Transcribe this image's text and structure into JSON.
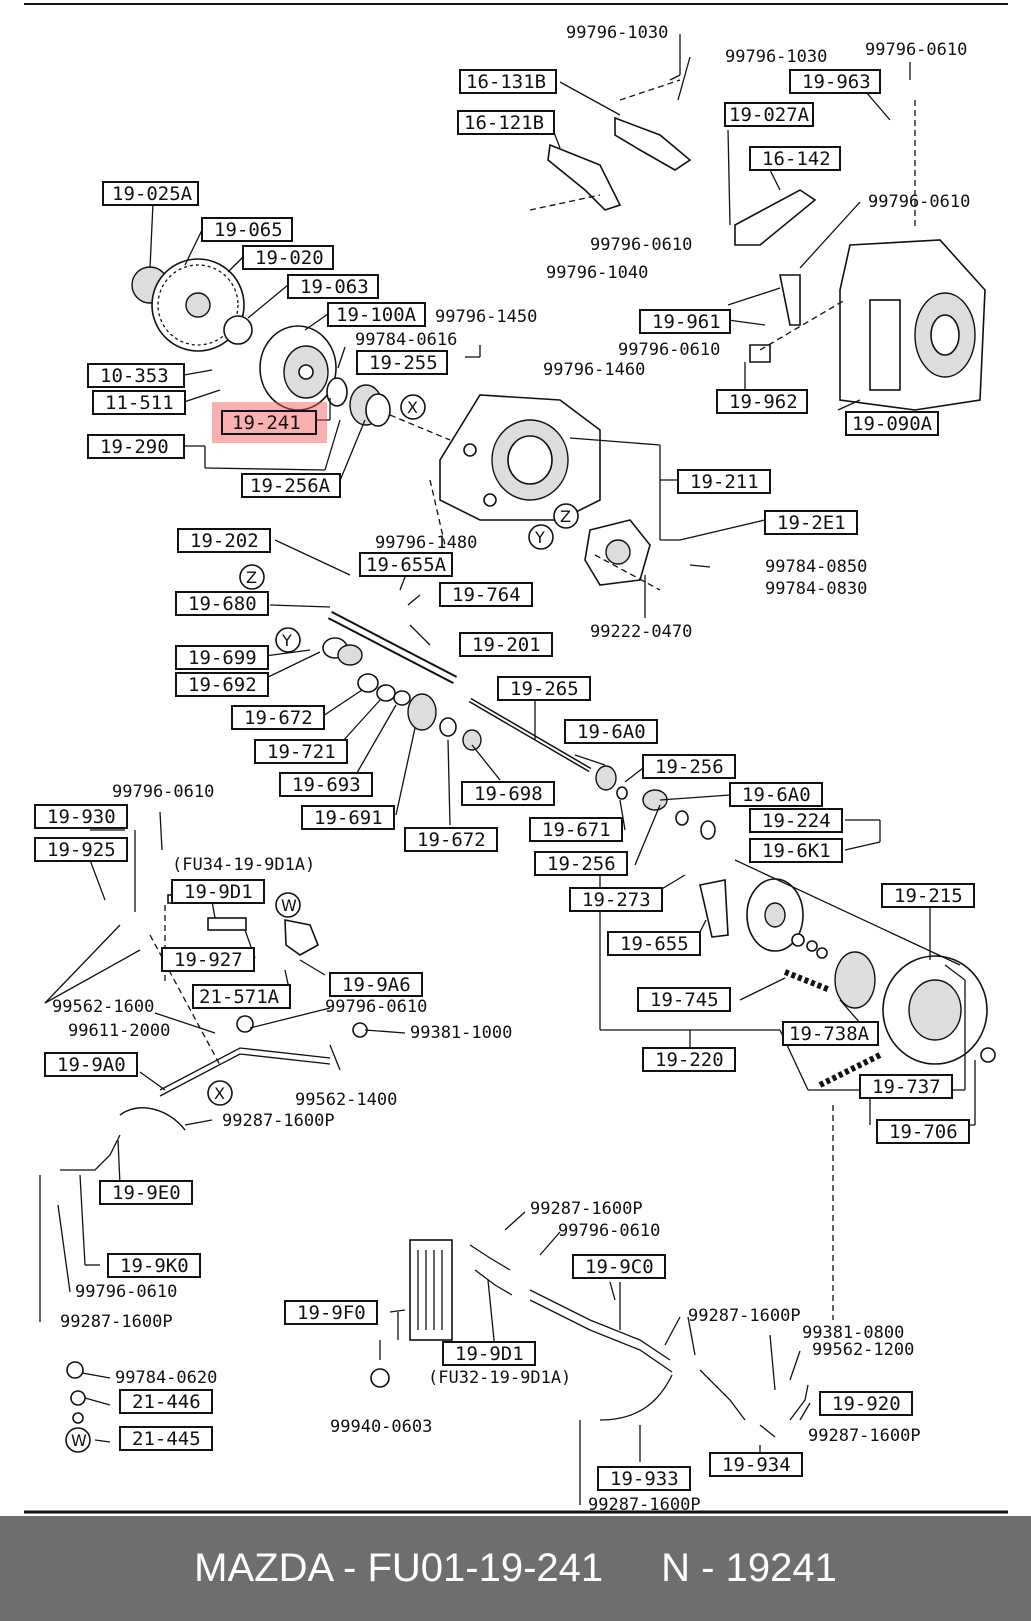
{
  "footer": {
    "part_title": "MAZDA - FU01-19-241",
    "ref_number": "N - 19241"
  },
  "diagram": {
    "highlighted_callout": "19-241",
    "callouts": [
      "19-025A",
      "19-065",
      "19-020",
      "19-063",
      "19-100A",
      "10-353",
      "11-511",
      "19-241",
      "19-290",
      "19-256A",
      "19-255",
      "16-131B",
      "16-121B",
      "19-963",
      "19-027A",
      "16-142",
      "19-961",
      "19-962",
      "19-090A",
      "19-211",
      "19-2E1",
      "19-202",
      "19-655A",
      "19-764",
      "19-680",
      "19-201",
      "19-699",
      "19-692",
      "19-265",
      "19-672",
      "19-721",
      "19-6A0",
      "19-693",
      "19-256",
      "19-698",
      "19-6A0",
      "19-691",
      "19-224",
      "19-671",
      "19-672",
      "19-6K1",
      "19-256",
      "19-273",
      "19-215",
      "19-655",
      "19-745",
      "19-738A",
      "19-220",
      "19-737",
      "19-706",
      "19-930",
      "19-925",
      "19-9D1",
      "19-927",
      "21-571A",
      "19-9A6",
      "19-9A0",
      "19-9E0",
      "19-9K0",
      "19-9C0",
      "19-9F0",
      "19-9D1",
      "19-920",
      "19-933",
      "19-934",
      "21-446",
      "21-445"
    ],
    "part_numbers": [
      "99796-1030",
      "99796-1030",
      "99796-0610",
      "99796-0610",
      "99796-0610",
      "99796-1040",
      "99796-0610",
      "99796-1450",
      "99784-0616",
      "99796-1460",
      "99796-1480",
      "99784-0850",
      "99784-0830",
      "99222-0470",
      "99796-0610",
      "99562-1600",
      "99611-2000",
      "99796-0610",
      "99381-1000",
      "99562-1400",
      "99287-1600P",
      "99796-0610",
      "99287-1600P",
      "99287-1600P",
      "99796-0610",
      "99287-1600P",
      "99381-0800",
      "99562-1200",
      "99287-1600P",
      "99287-1600P",
      "99784-0620",
      "99940-0603"
    ],
    "notes": [
      "(FU34-19-9D1A)",
      "(FU32-19-9D1A)"
    ],
    "ref_markers": [
      "X",
      "Y",
      "Z",
      "Z",
      "Y",
      "W",
      "X",
      "W"
    ]
  }
}
